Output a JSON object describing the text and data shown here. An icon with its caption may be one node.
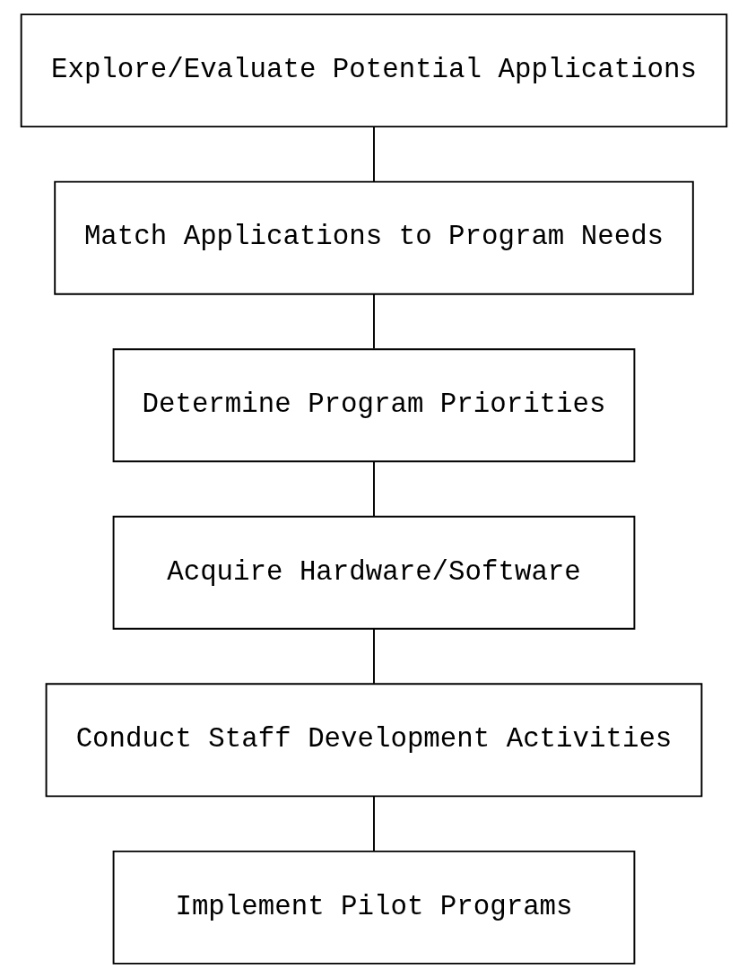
{
  "diagram": {
    "nodes": [
      {
        "text": [
          "Explore/Evaluate Potential Applications"
        ]
      },
      {
        "text": [
          "Match Applications to Program Needs"
        ]
      },
      {
        "text": [
          "Determine Program Priorities"
        ]
      },
      {
        "text": [
          "Acquire Hardware/Software"
        ]
      },
      {
        "text": [
          "Conduct Staff Development Activities"
        ]
      },
      {
        "text": [
          "Implement Pilot Programs"
        ]
      }
    ],
    "edges": [
      {
        "from": 0,
        "to": 1,
        "arrow": "none"
      },
      {
        "from": 1,
        "to": 2,
        "arrow": "none"
      },
      {
        "from": 2,
        "to": 3,
        "arrow": "none"
      },
      {
        "from": 3,
        "to": 4,
        "arrow": "none"
      },
      {
        "from": 4,
        "to": 5,
        "arrow": "none"
      }
    ]
  }
}
